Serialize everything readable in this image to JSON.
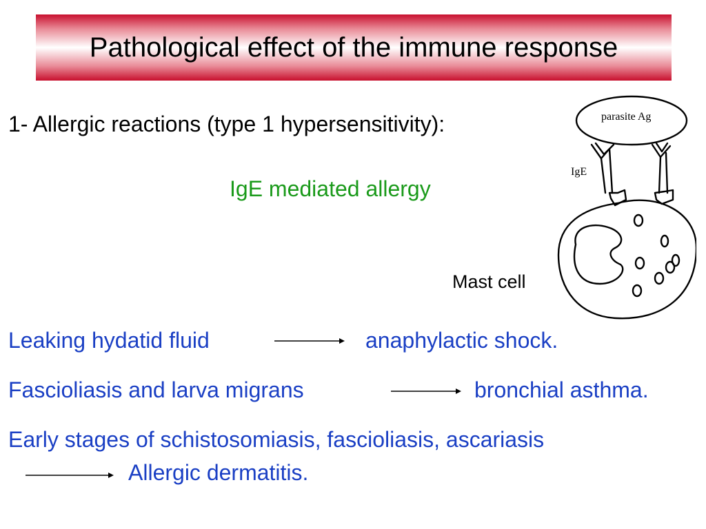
{
  "slide": {
    "title": "Pathological effect of the immune response",
    "heading": "1- Allergic reactions (type 1 hypersensitivity):",
    "subheading": "IgE mediated allergy",
    "diagram": {
      "antigen_label": "parasite Ag",
      "antibody_label": "IgE",
      "cell_label": "Mast cell"
    },
    "lines": [
      {
        "cause": "Leaking hydatid fluid",
        "effect": "anaphylactic shock."
      },
      {
        "cause": "Fascioliasis and larva migrans",
        "effect": "bronchial asthma."
      },
      {
        "cause": "Early stages of schistosomiasis, fascioliasis, ascariasis",
        "effect": "Allergic dermatitis."
      }
    ],
    "colors": {
      "title_band": "#c8102e",
      "subheading": "#1a9a1a",
      "body_blue": "#1a3fc4"
    }
  }
}
